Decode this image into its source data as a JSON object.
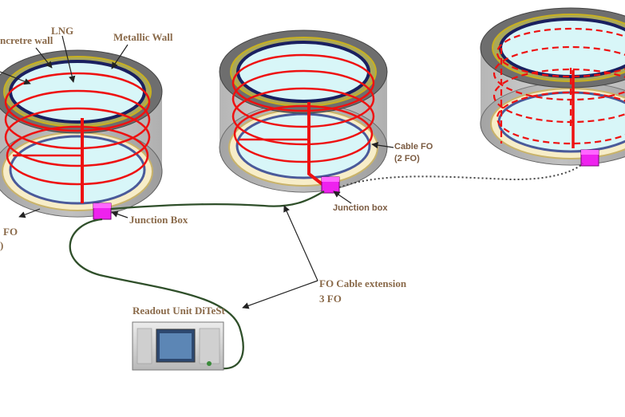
{
  "labels": {
    "concrete_wall": "ncretre wall",
    "lng": "LNG",
    "metallic_wall": "Metallic Wall",
    "cable_fo_left_1": "FO",
    "cable_fo_left_2": ")",
    "junction_box_left": "Junction Box",
    "cable_fo_mid_1": "Cable FO",
    "cable_fo_mid_2": "(2 FO)",
    "junction_box_mid": "Junction box",
    "fo_extension_1": "FO Cable extension",
    "fo_extension_2": "3 FO",
    "readout_unit": "Readout Unit DiTeSt"
  },
  "colors": {
    "fiber": "#ee1111",
    "junction_box": "#ee22ee",
    "lng": "#d8f6f8",
    "cable": "#2f4f2a",
    "label": "#8a6a4a"
  }
}
